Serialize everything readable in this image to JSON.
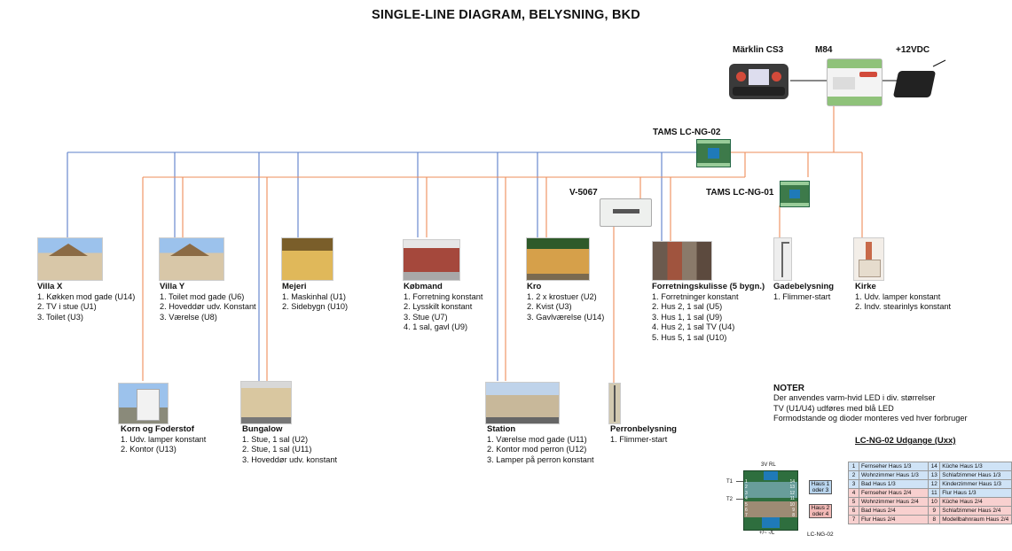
{
  "title": "SINGLE-LINE DIAGRAM, BELYSNING, BKD",
  "devices": {
    "cs3": "Märklin CS3",
    "m84": "M84",
    "psu": "+12VDC",
    "tams02": "TAMS LC-NG-02",
    "tams01": "TAMS LC-NG-01",
    "v5067": "V-5067"
  },
  "nodes": [
    {
      "title": "Villa X",
      "items": [
        "1. Køkken mod gade (U14)",
        "2. TV i stue (U1)",
        "3. Toilet (U3)"
      ]
    },
    {
      "title": "Villa Y",
      "items": [
        "1. Toilet mod gade (U6)",
        "2. Hoveddør udv. Konstant",
        "3. Værelse (U8)"
      ]
    },
    {
      "title": "Mejeri",
      "items": [
        "1. Maskinhal (U1)",
        "2. Sidebygn (U10)"
      ]
    },
    {
      "title": "Købmand",
      "items": [
        "1. Forretning konstant",
        "2. Lysskilt konstant",
        "3. Stue (U7)",
        "4. 1 sal, gavl (U9)"
      ]
    },
    {
      "title": "Kro",
      "items": [
        "1. 2 x krostuer (U2)",
        "2. Kvist (U3)",
        "3. Gavlværelse (U14)"
      ]
    },
    {
      "title": "Forretningskulisse (5 bygn.)",
      "items": [
        "1. Forretninger konstant",
        "2. Hus 2, 1 sal (U5)",
        "3. Hus 1, 1 sal (U9)",
        "4. Hus 2, 1 sal TV (U4)",
        "5. Hus 5, 1 sal (U10)"
      ]
    },
    {
      "title": "Gadebelysning",
      "items": [
        "1. Flimmer-start"
      ]
    },
    {
      "title": "Kirke",
      "items": [
        "1. Udv. lamper konstant",
        "2. Indv. stearinlys konstant"
      ]
    },
    {
      "title": "Korn og Foderstof",
      "items": [
        "1. Udv. lamper konstant",
        "2. Kontor (U13)"
      ]
    },
    {
      "title": "Bungalow",
      "items": [
        "1. Stue, 1 sal (U2)",
        "2. Stue, 1 sal (U11)",
        "3. Hoveddør udv. konstant"
      ]
    },
    {
      "title": "Station",
      "items": [
        "1. Værelse mod gade (U11)",
        "2. Kontor mod perron (U12)",
        "3. Lamper på perron konstant"
      ]
    },
    {
      "title": "Perronbelysning",
      "items": [
        "1. Flimmer-start"
      ]
    }
  ],
  "notes": {
    "title": "NOTER",
    "lines": [
      "Der anvendes varm-hvid LED i div. størrelser",
      "TV (U1/U4) udføres med blå LED",
      "Formodstande og dioder monteres ved hver forbruger"
    ]
  },
  "outputs": {
    "title": "LC-NG-02 Udgange (Uxx)",
    "rows": [
      [
        {
          "n": "1",
          "t": "Fernseher Haus 1/3"
        },
        {
          "n": "14",
          "t": "Küche Haus 1/3"
        }
      ],
      [
        {
          "n": "2",
          "t": "Wohnzimmer Haus 1/3"
        },
        {
          "n": "13",
          "t": "Schlafzimmer Haus 1/3"
        }
      ],
      [
        {
          "n": "3",
          "t": "Bad Haus 1/3"
        },
        {
          "n": "12",
          "t": "Kinderzimmer Haus 1/3"
        }
      ],
      [
        {
          "n": "4",
          "t": "Fernseher Haus 2/4"
        },
        {
          "n": "11",
          "t": "Flur Haus 1/3"
        }
      ],
      [
        {
          "n": "5",
          "t": "Wohnzimmer Haus 2/4"
        },
        {
          "n": "10",
          "t": "Küche Haus 2/4"
        }
      ],
      [
        {
          "n": "6",
          "t": "Bad Haus 2/4"
        },
        {
          "n": "9",
          "t": "Schlafzimmer Haus 2/4"
        }
      ],
      [
        {
          "n": "7",
          "t": "Flur Haus 2/4"
        },
        {
          "n": "8",
          "t": "Modellbahnraum Haus 2/4"
        }
      ]
    ]
  },
  "board": {
    "haus13": "Haus 1 oder 3",
    "haus24": "Haus 2 oder 4",
    "caption": "LC-NG-02",
    "top": "3V  RL",
    "bottom": "+/~  -/L",
    "t1": "T1",
    "t2": "T2",
    "pins_left": [
      "1",
      "2",
      "3",
      "4",
      "5",
      "6",
      "7"
    ],
    "pins_right": [
      "14",
      "13",
      "12",
      "11",
      "10",
      "9",
      "8"
    ]
  },
  "colors": {
    "blue": "#5b7fc9",
    "orange": "#ee8d5a"
  }
}
